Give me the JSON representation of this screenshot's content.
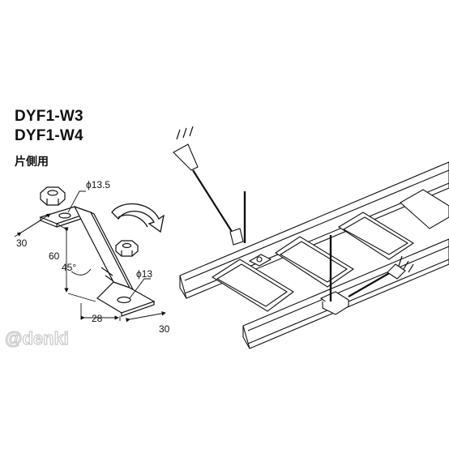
{
  "header": {
    "model_1": "DYF1-W3",
    "model_2": "DYF1-W4",
    "subtitle": "片側用"
  },
  "dimensions": {
    "hole_top": "ϕ13.5",
    "hole_bottom": "ϕ13",
    "top_width": "30",
    "height": "60",
    "angle": "45°",
    "base_length": "28",
    "base_width": "30"
  },
  "watermark": "@denki",
  "colors": {
    "line": "#111111",
    "rail_fill": "#ffffff",
    "watermark_stroke": "#c9c9c9"
  }
}
